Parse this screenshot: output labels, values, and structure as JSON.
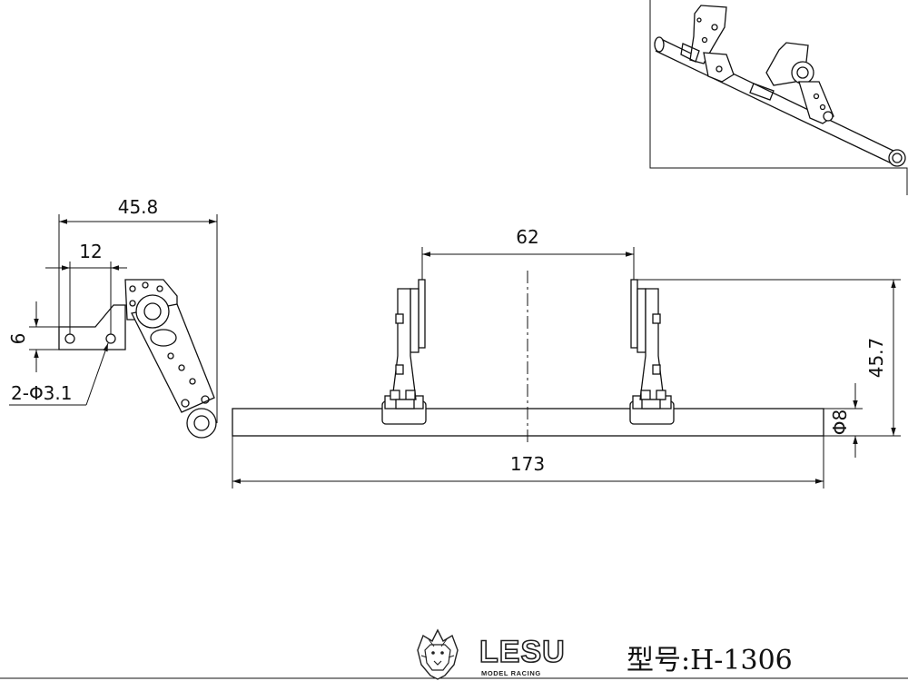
{
  "dimensions": {
    "side_overall_width": "45.8",
    "side_hole_offset": "12",
    "side_tab_height": "6",
    "side_holes": "2-Φ3.1",
    "bracket_spacing": "62",
    "overall_height": "45.7",
    "tube_diameter": "Φ8",
    "tube_length": "173"
  },
  "title_block": {
    "brand": "LESU",
    "brand_tagline": "MODEL RACING",
    "model_number": "型号:H-1306"
  },
  "colors": {
    "line": "#111111",
    "background": "#ffffff"
  },
  "icons": {
    "logo": "lion-head-icon"
  }
}
